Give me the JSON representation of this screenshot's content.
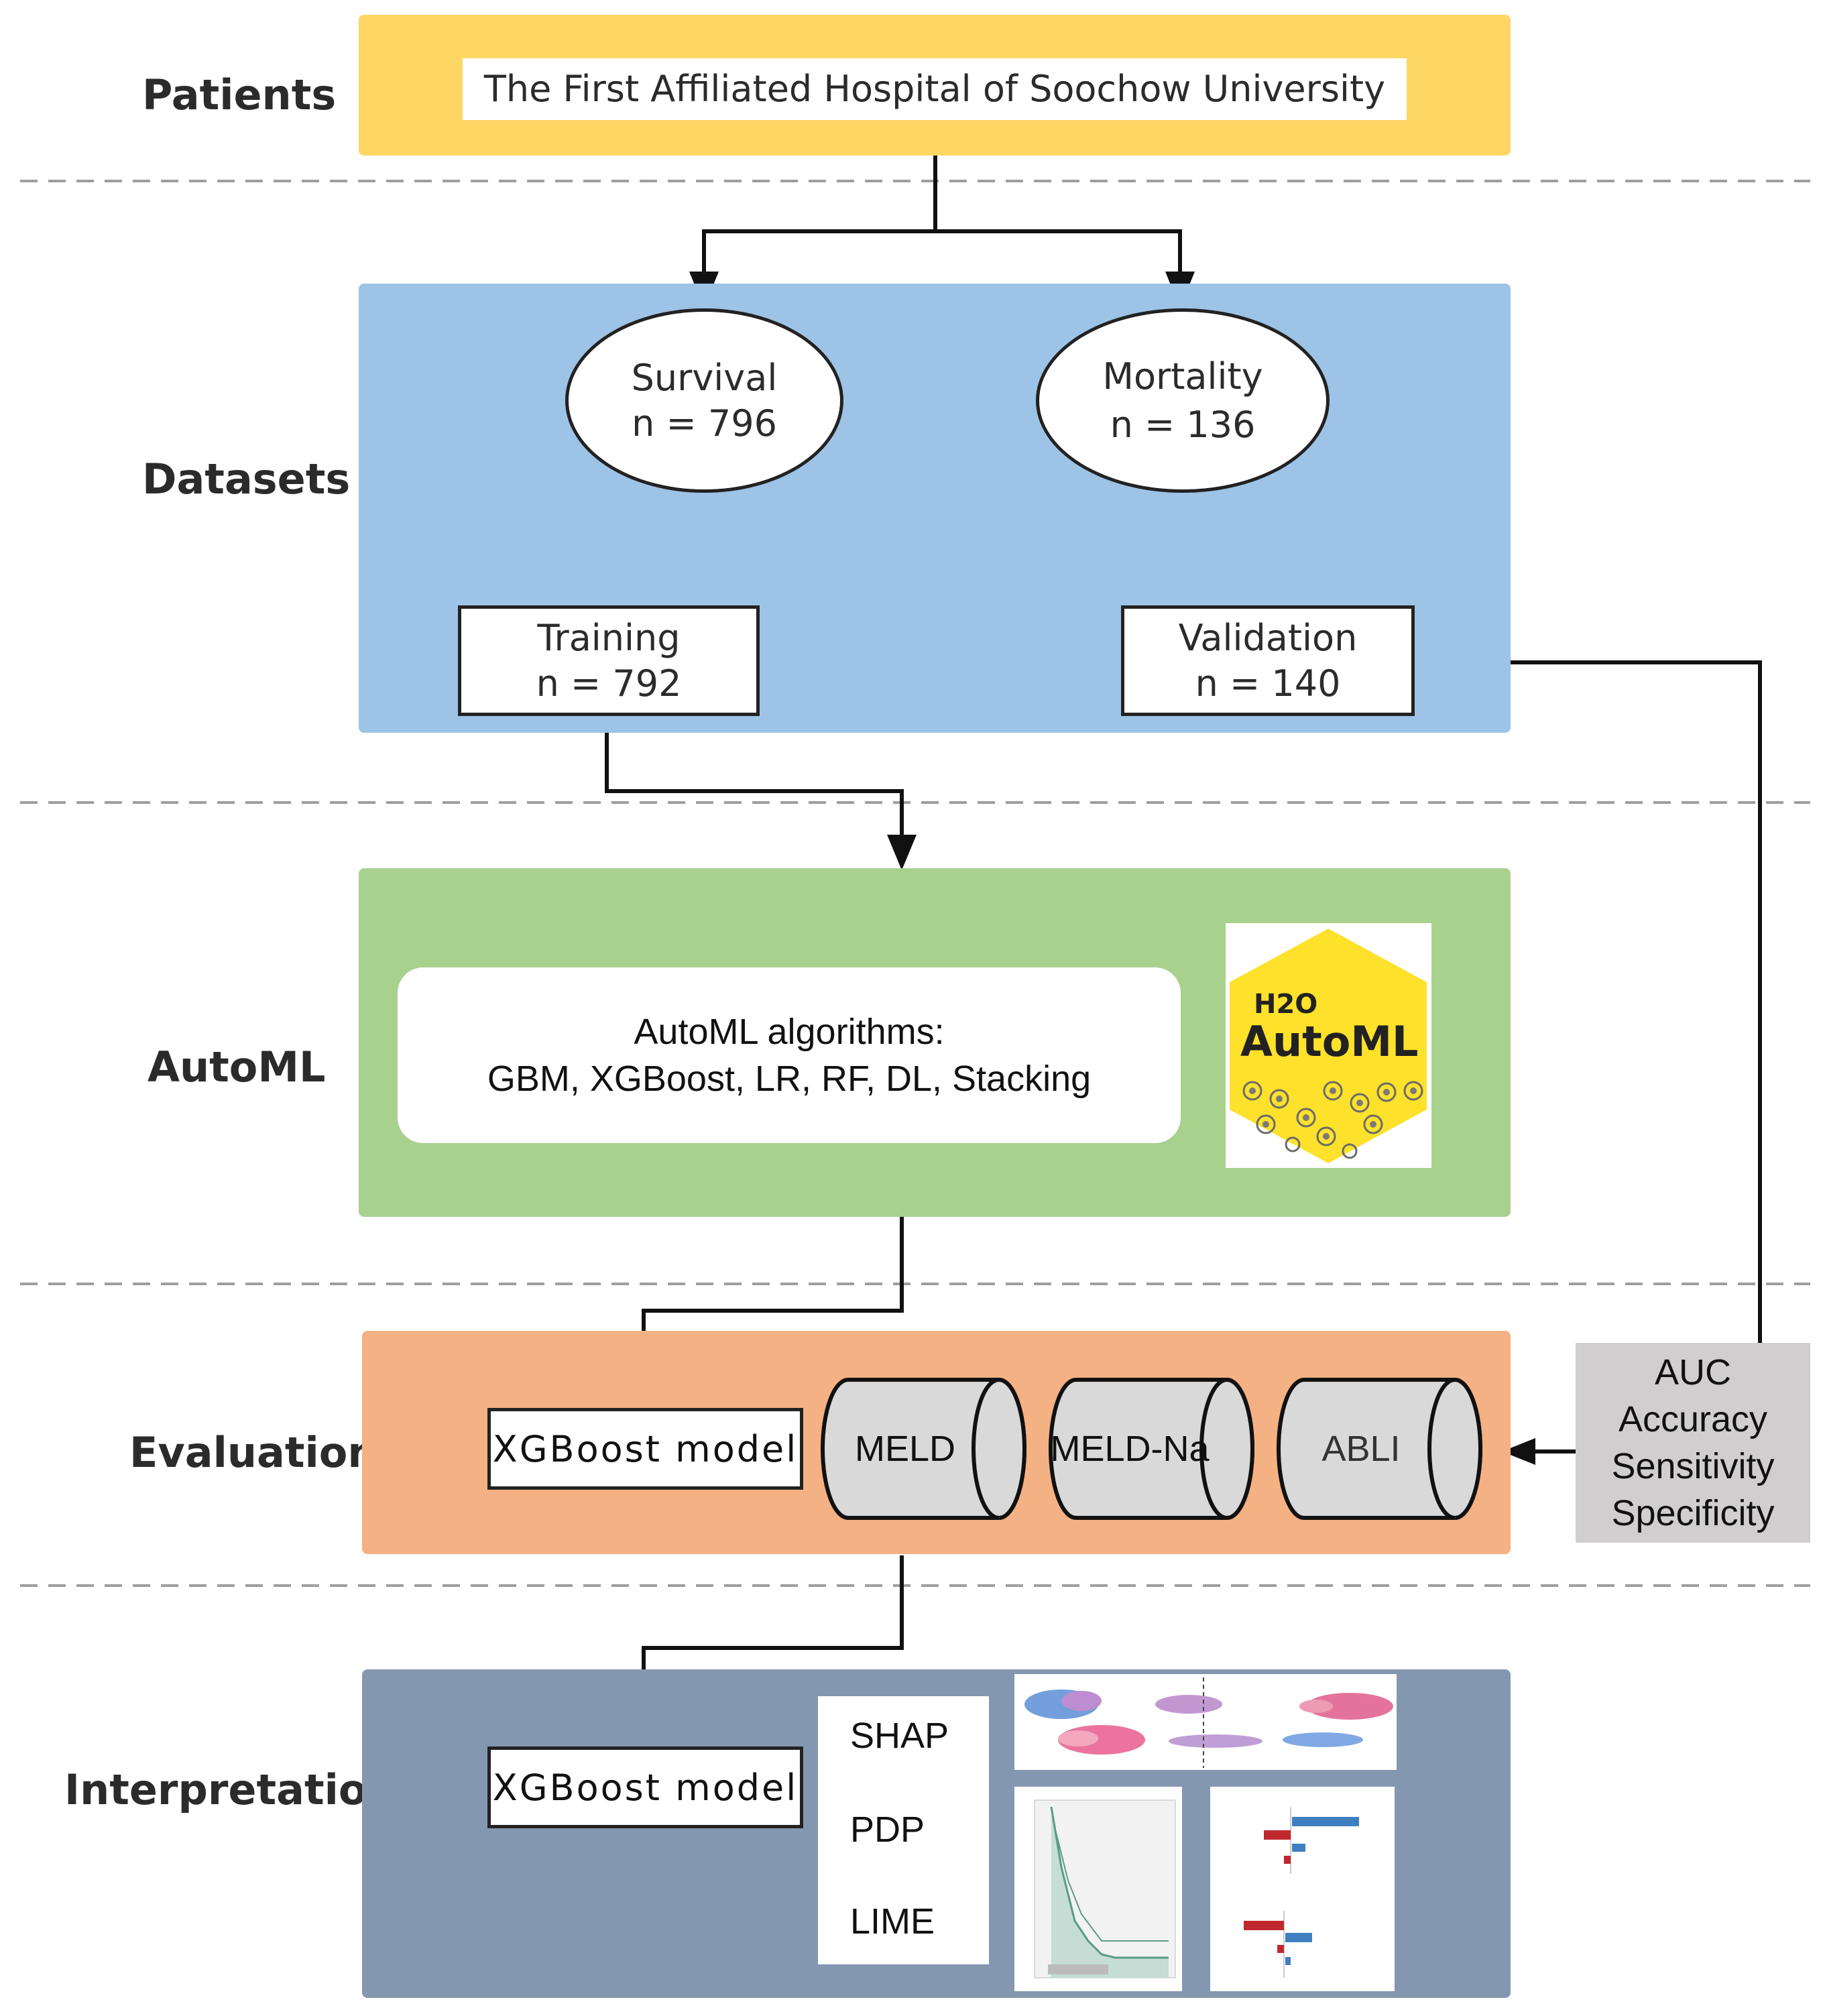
{
  "stages": {
    "patients": "Patients",
    "datasets": "Datasets",
    "automl": "AutoML",
    "evaluation": "Evaluation",
    "interpretation": "Interpretation"
  },
  "patients": {
    "source": "The First Affiliated Hospital of Soochow University"
  },
  "datasets": {
    "survival": {
      "label": "Survival",
      "n": "n = 796"
    },
    "mortality": {
      "label": "Mortality",
      "n": "n = 136"
    },
    "training": {
      "label": "Training",
      "n": "n = 792"
    },
    "validation": {
      "label": "Validation",
      "n": "n = 140"
    }
  },
  "automl": {
    "title": "AutoML algorithms:",
    "algorithms": "GBM, XGBoost, LR, RF, DL, Stacking",
    "logo": {
      "h2o": "H2O",
      "text": "AutoML"
    }
  },
  "evaluation": {
    "model": "XGBoost model",
    "comparators": [
      "MELD",
      "MELD-Na",
      "ABLI"
    ],
    "metrics": [
      "AUC",
      "Accuracy",
      "Sensitivity",
      "Specificity"
    ]
  },
  "interpretation": {
    "model": "XGBoost model",
    "methods": [
      "SHAP",
      "PDP",
      "LIME"
    ]
  },
  "colors": {
    "patients_panel": "#fdd664",
    "datasets_panel": "#9dc3e6",
    "automl_panel": "#a9d18e",
    "evaluation_panel": "#f4b183",
    "interpretation_panel": "#8497b0",
    "metrics_box": "#d0cece"
  }
}
